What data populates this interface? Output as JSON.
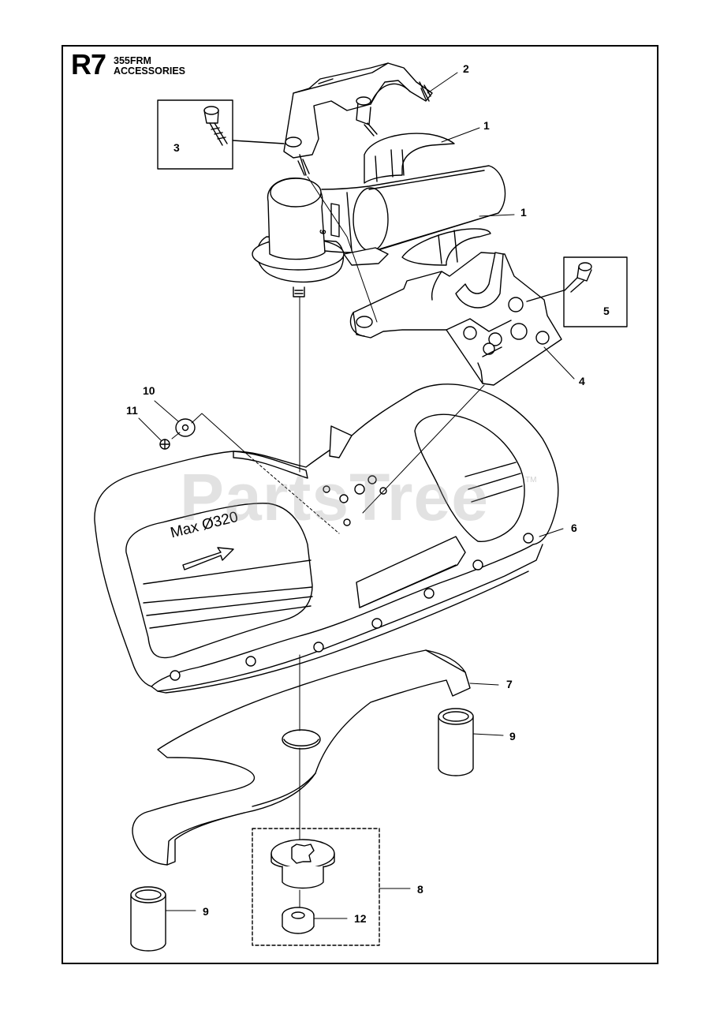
{
  "header": {
    "code": "R7",
    "model": "355FRM",
    "section": "ACCESSORIES"
  },
  "watermark": {
    "text": "PartsTree",
    "tm": "TM"
  },
  "part_embossing": {
    "guard_label": "Max Ø320",
    "gear_mark": "6"
  },
  "callouts": [
    {
      "id": "callout-2a",
      "label": "2"
    },
    {
      "id": "callout-1a",
      "label": "1"
    },
    {
      "id": "callout-3",
      "label": "3"
    },
    {
      "id": "callout-1b",
      "label": "1"
    },
    {
      "id": "callout-5",
      "label": "5"
    },
    {
      "id": "callout-4",
      "label": "4"
    },
    {
      "id": "callout-10",
      "label": "10"
    },
    {
      "id": "callout-11",
      "label": "11"
    },
    {
      "id": "callout-6",
      "label": "6"
    },
    {
      "id": "callout-7",
      "label": "7"
    },
    {
      "id": "callout-9a",
      "label": "9"
    },
    {
      "id": "callout-8",
      "label": "8"
    },
    {
      "id": "callout-9b",
      "label": "9"
    },
    {
      "id": "callout-12",
      "label": "12"
    }
  ],
  "colors": {
    "line": "#000000",
    "shade": "#dcdcdc",
    "watermark": "#969696"
  }
}
